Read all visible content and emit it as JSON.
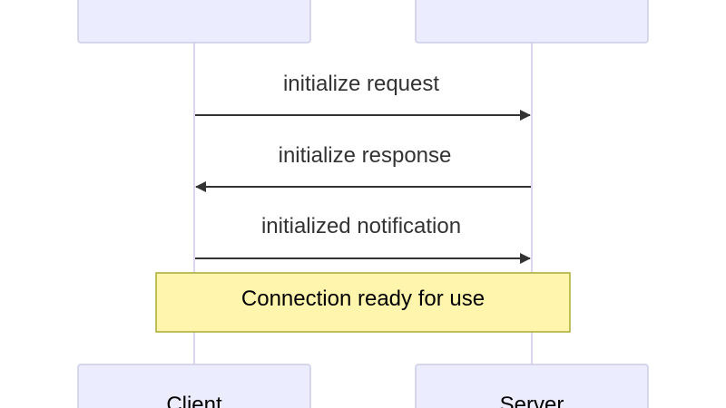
{
  "participants": {
    "client": {
      "label": "Client"
    },
    "server": {
      "label": "Server"
    }
  },
  "messages": [
    {
      "label": "initialize request",
      "direction": "client-to-server"
    },
    {
      "label": "initialize response",
      "direction": "server-to-client"
    },
    {
      "label": "initialized notification",
      "direction": "client-to-server"
    }
  ],
  "note": {
    "text": "Connection ready for use",
    "color": "#fff5ad",
    "border_color": "#aaaa33"
  },
  "colors": {
    "participant_fill": "#ececff",
    "participant_border": "#cccce5",
    "lifeline": "#ddd6ee",
    "arrow": "#333333",
    "text": "#333333"
  }
}
